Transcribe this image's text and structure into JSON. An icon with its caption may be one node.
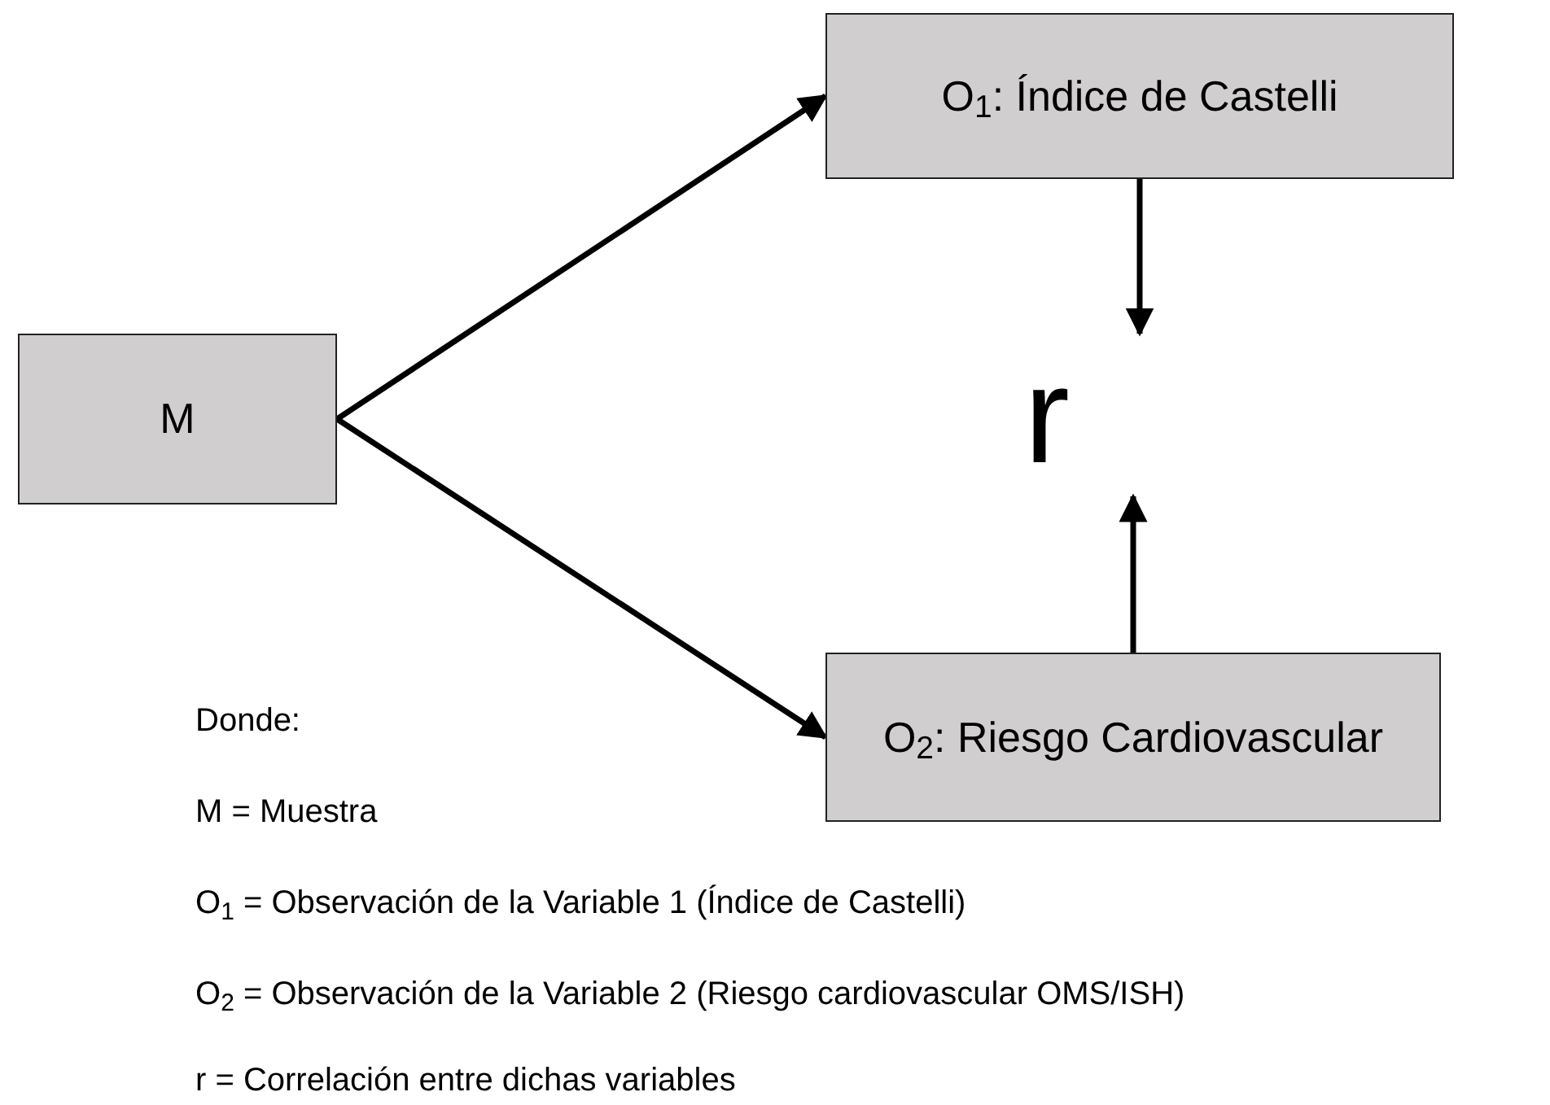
{
  "diagram": {
    "nodes": [
      {
        "text": [
          "M"
        ]
      },
      {
        "text": [
          "O$_{1}$: Índice de Castelli"
        ]
      },
      {
        "text": [
          "r"
        ]
      },
      {
        "text": [
          "O$_{2}$: Riesgo Cardiovascular"
        ]
      }
    ],
    "edges": [
      {
        "from": 0,
        "to": 1,
        "arrow": "to"
      },
      {
        "from": 0,
        "to": 3,
        "arrow": "to"
      },
      {
        "from": 1,
        "to": 2,
        "arrow": "to"
      },
      {
        "from": 3,
        "to": 2,
        "arrow": "to"
      }
    ],
    "labels": [
      "Donde:",
      "M = Muestra",
      "O$_{1}$ = Observación de la Variable 1 (Índice de Castelli)",
      "O$_{2}$ = Observación de la Variable 2 (Riesgo cardiovascular OMS/ISH)",
      "r = Correlación entre dichas variables"
    ]
  }
}
